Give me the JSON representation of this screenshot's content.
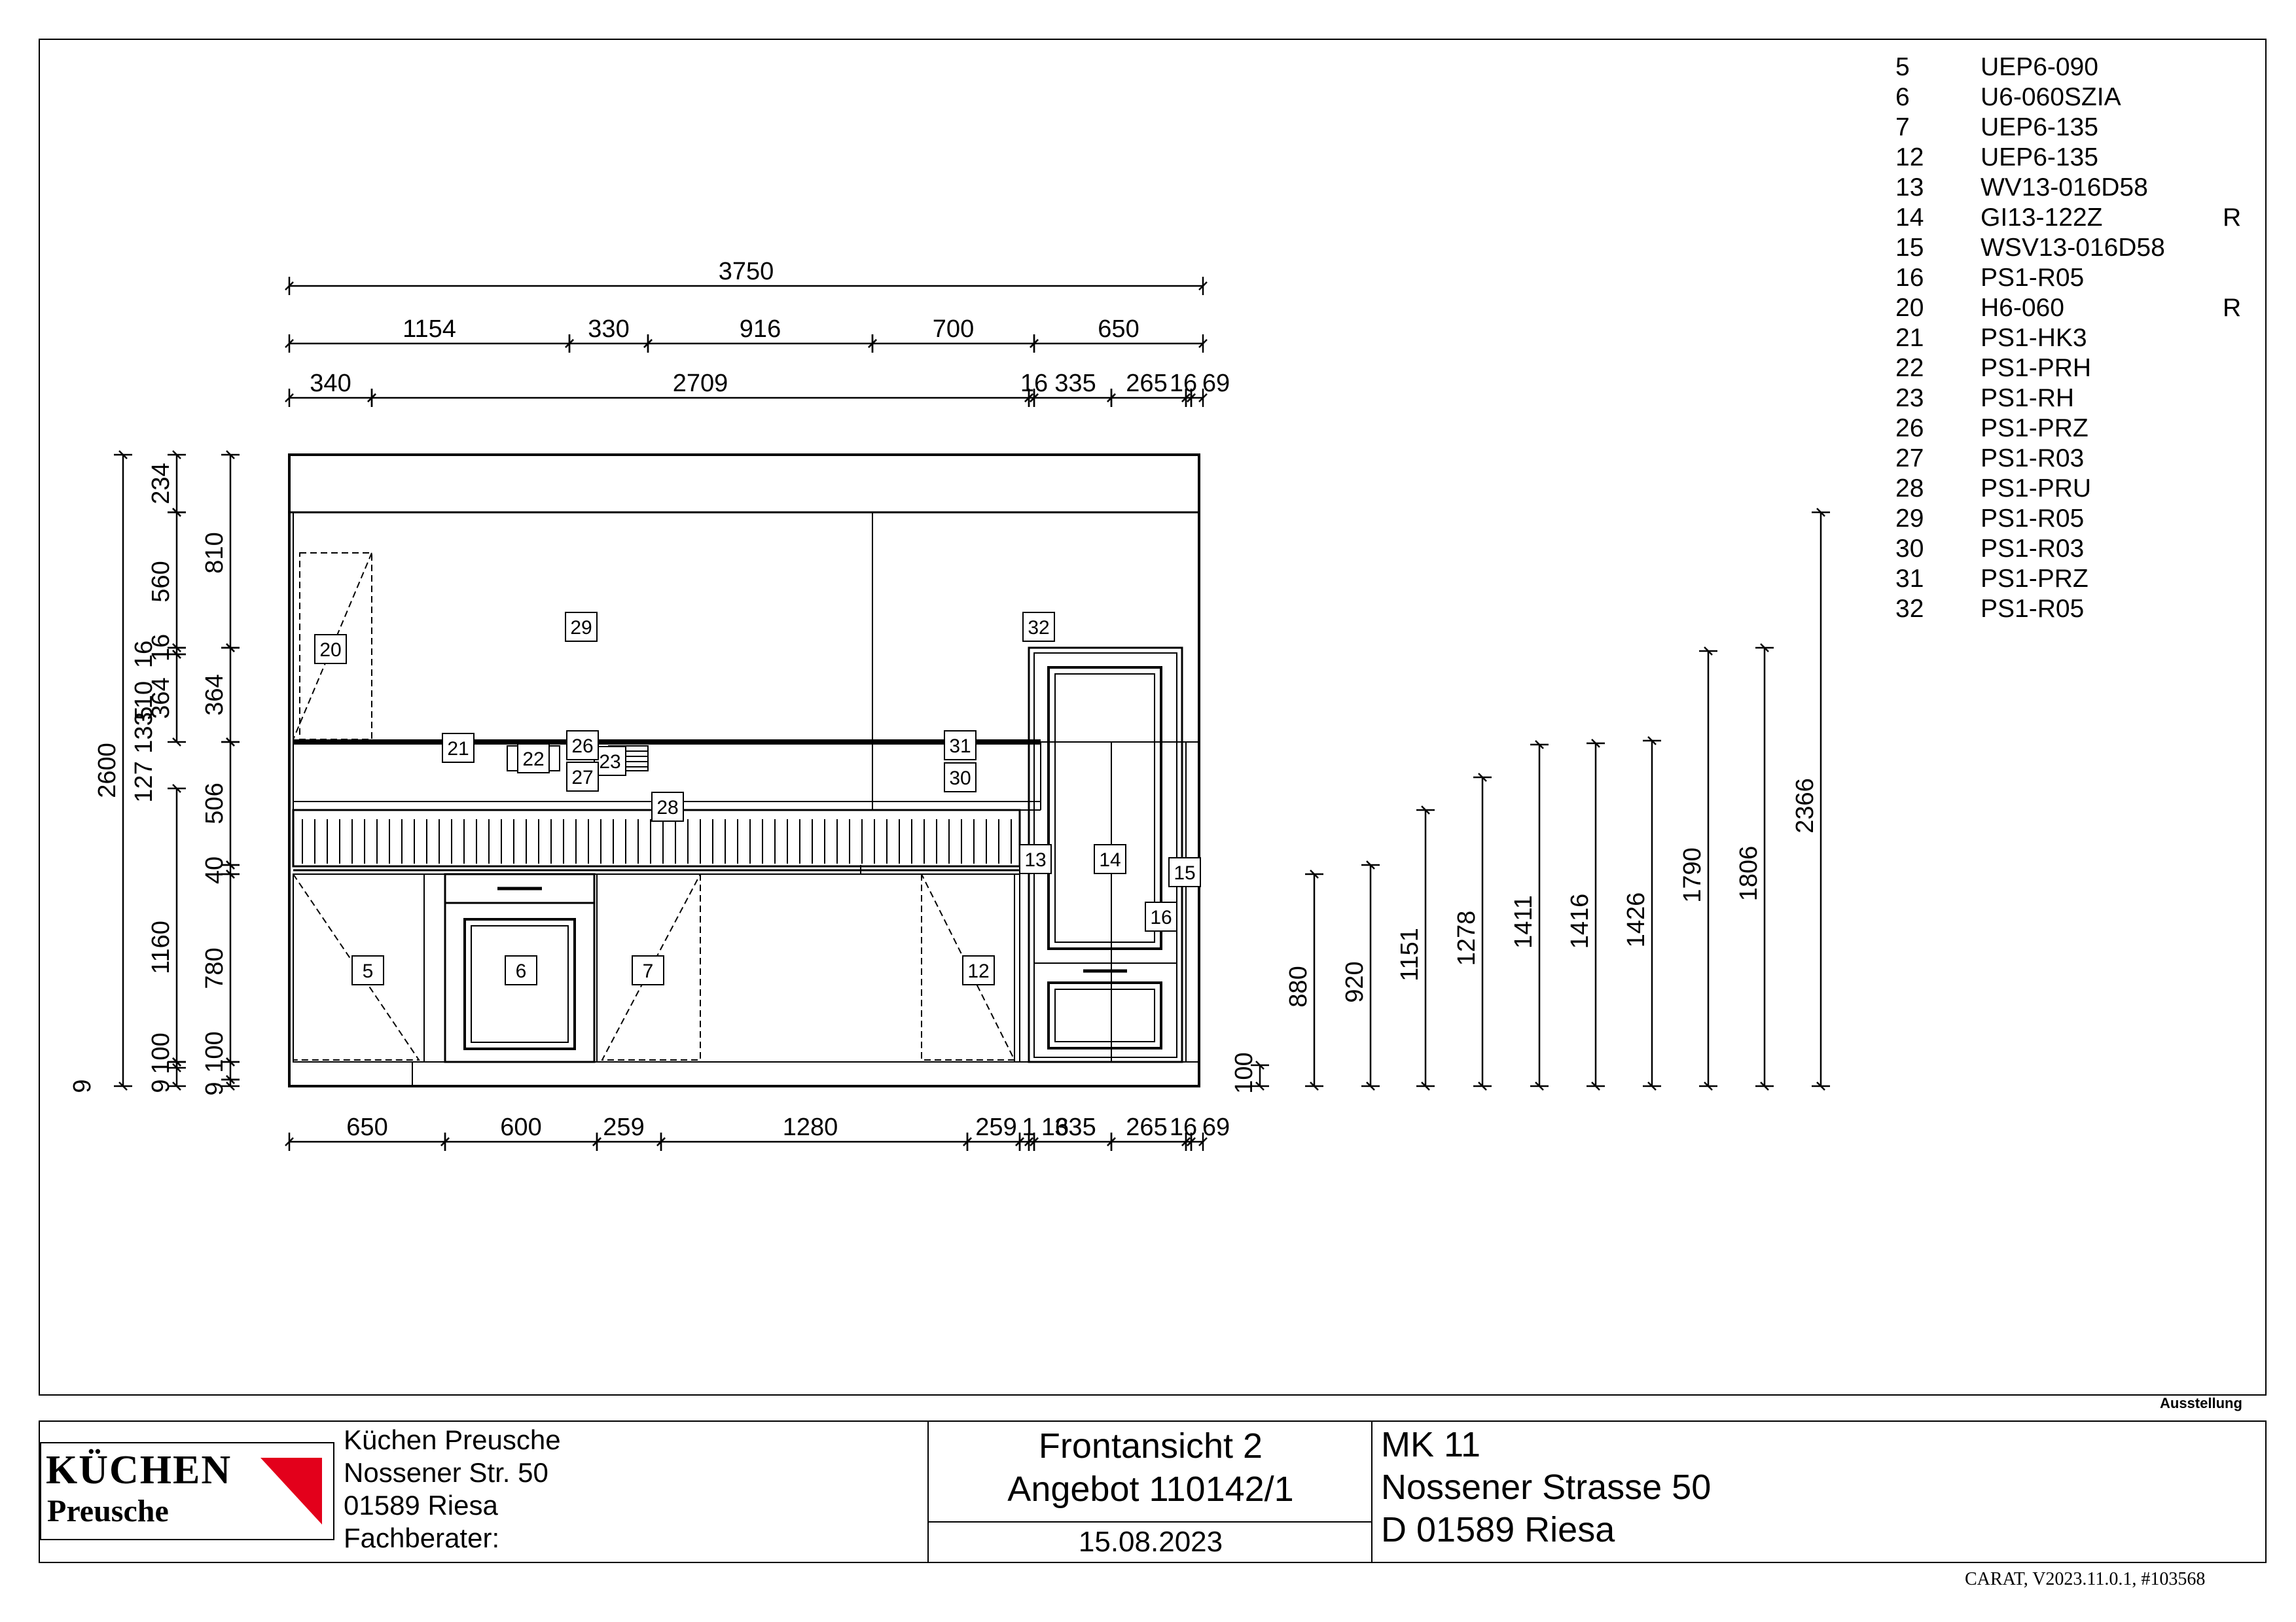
{
  "parts_list": [
    {
      "num": "5",
      "code": "UEP6-090",
      "flag": ""
    },
    {
      "num": "6",
      "code": "U6-060SZIA",
      "flag": ""
    },
    {
      "num": "7",
      "code": "UEP6-135",
      "flag": ""
    },
    {
      "num": "12",
      "code": "UEP6-135",
      "flag": ""
    },
    {
      "num": "13",
      "code": "WV13-016D58",
      "flag": ""
    },
    {
      "num": "14",
      "code": "GI13-122Z",
      "flag": "R"
    },
    {
      "num": "15",
      "code": "WSV13-016D58",
      "flag": ""
    },
    {
      "num": "16",
      "code": "PS1-R05",
      "flag": ""
    },
    {
      "num": "20",
      "code": "H6-060",
      "flag": "R"
    },
    {
      "num": "21",
      "code": "PS1-HK3",
      "flag": ""
    },
    {
      "num": "22",
      "code": "PS1-PRH",
      "flag": ""
    },
    {
      "num": "23",
      "code": "PS1-RH",
      "flag": ""
    },
    {
      "num": "26",
      "code": "PS1-PRZ",
      "flag": ""
    },
    {
      "num": "27",
      "code": "PS1-R03",
      "flag": ""
    },
    {
      "num": "28",
      "code": "PS1-PRU",
      "flag": ""
    },
    {
      "num": "29",
      "code": "PS1-R05",
      "flag": ""
    },
    {
      "num": "30",
      "code": "PS1-R03",
      "flag": ""
    },
    {
      "num": "31",
      "code": "PS1-PRZ",
      "flag": ""
    },
    {
      "num": "32",
      "code": "PS1-R05",
      "flag": ""
    }
  ],
  "dimensions": {
    "top_total": "3750",
    "top_row1": [
      "1154",
      "330",
      "916",
      "700",
      "650"
    ],
    "top_row2": [
      "340",
      "2709",
      "16",
      "335",
      "265",
      "16",
      "69"
    ],
    "bottom_row": [
      "650",
      "600",
      "259",
      "1280",
      "259",
      "1",
      "16",
      "335",
      "265",
      "16",
      "69"
    ],
    "left_total": "2600",
    "left_outer": [
      "9",
      "127",
      "133",
      "5",
      "10",
      "16"
    ],
    "left_inner": [
      "234",
      "560",
      "16",
      "364",
      "9",
      "100",
      "1160"
    ],
    "left_mid": [
      "810",
      "364",
      "506",
      "40",
      "780",
      "100",
      "9"
    ],
    "right_small": "100",
    "heights": [
      "880",
      "920",
      "1151",
      "1278",
      "1411",
      "1416",
      "1426",
      "1790",
      "1806",
      "2366"
    ]
  },
  "labels": {
    "l5": "5",
    "l6": "6",
    "l7": "7",
    "l12": "12",
    "l13": "13",
    "l14": "14",
    "l15": "15",
    "l16": "16",
    "l20": "20",
    "l21": "21",
    "l22": "22",
    "l23": "23",
    "l26": "26",
    "l27": "27",
    "l28": "28",
    "l29": "29",
    "l30": "30",
    "l31": "31",
    "l32": "32"
  },
  "title_block": {
    "stamp": "Ausstellung",
    "logo_main": "KÜCHEN",
    "logo_sub": "Preusche",
    "company_lines": [
      "Küchen Preusche",
      "Nossener Str. 50",
      "01589 Riesa",
      "Fachberater:"
    ],
    "view_title": "Frontansicht 2",
    "offer": "Angebot 110142/1",
    "date": "15.08.2023",
    "project_lines": [
      "MK 11",
      "Nossener Strasse 50",
      "D 01589 Riesa"
    ],
    "software": "CARAT,  V2023.11.0.1,  #103568"
  },
  "colors": {
    "line": "#000000",
    "logo_accent": "#e3001b"
  }
}
